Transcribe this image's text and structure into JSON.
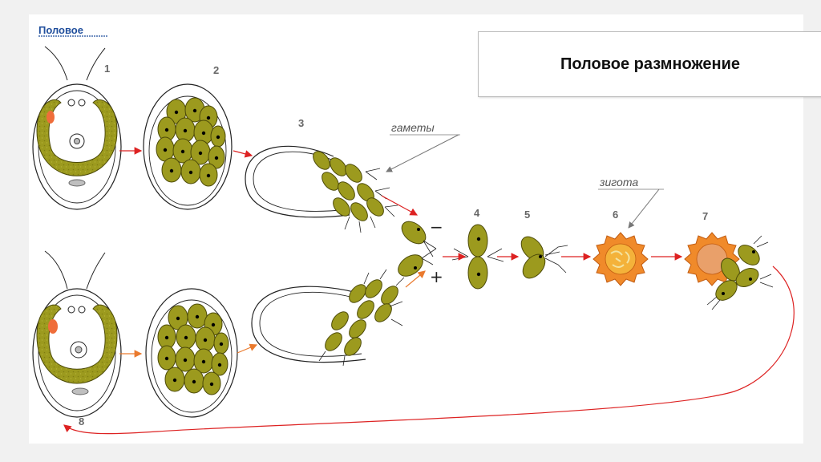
{
  "slide": {
    "title": "Половое размножение",
    "corner_label": "Половое"
  },
  "diagram": {
    "stage_labels": [
      "1",
      "2",
      "3",
      "4",
      "5",
      "6",
      "7",
      "8"
    ],
    "annotations": {
      "gametes": "гаметы",
      "zygote": "зигота"
    },
    "signs": {
      "minus": "−",
      "plus": "+"
    }
  },
  "colors": {
    "cell_fill": "#9c9a1e",
    "cell_stroke": "#4c4a08",
    "nucleus": "#000000",
    "stigma": "#ef6d3a",
    "arrow_red": "#dd2222",
    "arrow_orange": "#ea7a2e",
    "zygote_outer": "#f08a2a",
    "zygote_inner": "#f4b23a",
    "corner_label": "#1f4e9c"
  }
}
